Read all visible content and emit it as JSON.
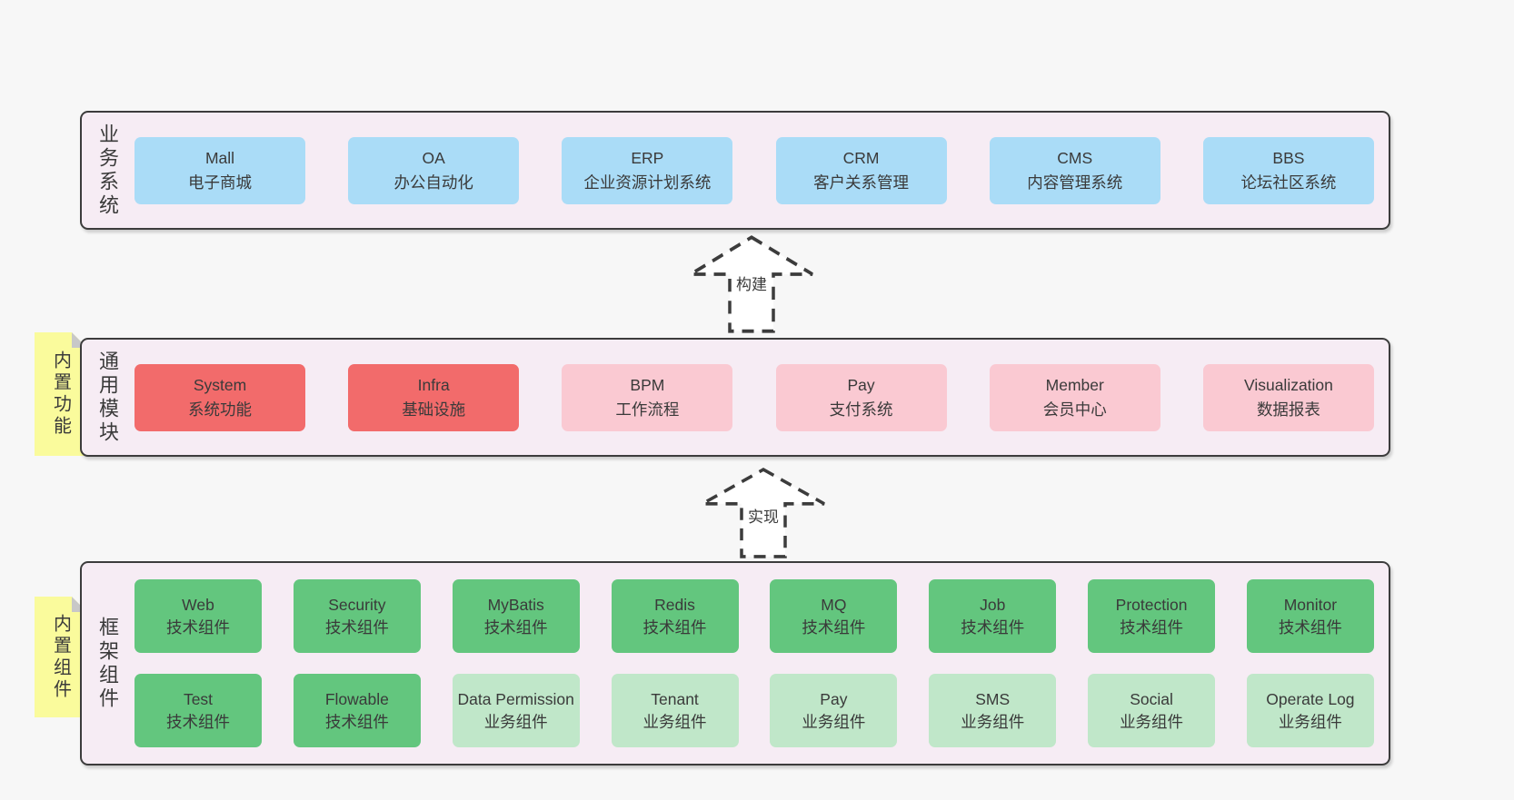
{
  "palette": {
    "page-bg": "#f7f7f7",
    "band-bg": "#f6ecf4",
    "band-border": "#3c3c3c",
    "text": "#3a3a3a",
    "blue": "#aadcf7",
    "red": "#f26b6b",
    "pink": "#fac9d2",
    "green": "#63c67e",
    "green-light": "#c0e7c9",
    "sticky-yellow": "#fafb9c",
    "sticky-fold": "#c8c8c8",
    "arrow-fill": "#ffffff"
  },
  "arrows": {
    "build": {
      "label": "构建"
    },
    "implement": {
      "label": "实现"
    }
  },
  "bands": {
    "business": {
      "label": "业务系统",
      "items": [
        {
          "en": "Mall",
          "zh": "电子商城",
          "variant": "blue"
        },
        {
          "en": "OA",
          "zh": "办公自动化",
          "variant": "blue"
        },
        {
          "en": "ERP",
          "zh": "企业资源计划系统",
          "variant": "blue"
        },
        {
          "en": "CRM",
          "zh": "客户关系管理",
          "variant": "blue"
        },
        {
          "en": "CMS",
          "zh": "内容管理系统",
          "variant": "blue"
        },
        {
          "en": "BBS",
          "zh": "论坛社区系统",
          "variant": "blue"
        }
      ]
    },
    "modules": {
      "label": "通用模块",
      "sticky": "内置功能",
      "items": [
        {
          "en": "System",
          "zh": "系统功能",
          "variant": "red"
        },
        {
          "en": "Infra",
          "zh": "基础设施",
          "variant": "red"
        },
        {
          "en": "BPM",
          "zh": "工作流程",
          "variant": "pink"
        },
        {
          "en": "Pay",
          "zh": "支付系统",
          "variant": "pink"
        },
        {
          "en": "Member",
          "zh": "会员中心",
          "variant": "pink"
        },
        {
          "en": "Visualization",
          "zh": "数据报表",
          "variant": "pink"
        }
      ]
    },
    "components": {
      "label": "框架组件",
      "sticky": "内置组件",
      "row1": [
        {
          "en": "Web",
          "zh": "技术组件",
          "variant": "green"
        },
        {
          "en": "Security",
          "zh": "技术组件",
          "variant": "green"
        },
        {
          "en": "MyBatis",
          "zh": "技术组件",
          "variant": "green"
        },
        {
          "en": "Redis",
          "zh": "技术组件",
          "variant": "green"
        },
        {
          "en": "MQ",
          "zh": "技术组件",
          "variant": "green"
        },
        {
          "en": "Job",
          "zh": "技术组件",
          "variant": "green"
        },
        {
          "en": "Protection",
          "zh": "技术组件",
          "variant": "green"
        },
        {
          "en": "Monitor",
          "zh": "技术组件",
          "variant": "green"
        }
      ],
      "row2": [
        {
          "en": "Test",
          "zh": "技术组件",
          "variant": "green"
        },
        {
          "en": "Flowable",
          "zh": "技术组件",
          "variant": "green"
        },
        {
          "en": "Data Permission",
          "zh": "业务组件",
          "variant": "green-light"
        },
        {
          "en": "Tenant",
          "zh": "业务组件",
          "variant": "green-light"
        },
        {
          "en": "Pay",
          "zh": "业务组件",
          "variant": "green-light"
        },
        {
          "en": "SMS",
          "zh": "业务组件",
          "variant": "green-light"
        },
        {
          "en": "Social",
          "zh": "业务组件",
          "variant": "green-light"
        },
        {
          "en": "Operate Log",
          "zh": "业务组件",
          "variant": "green-light"
        }
      ]
    }
  }
}
